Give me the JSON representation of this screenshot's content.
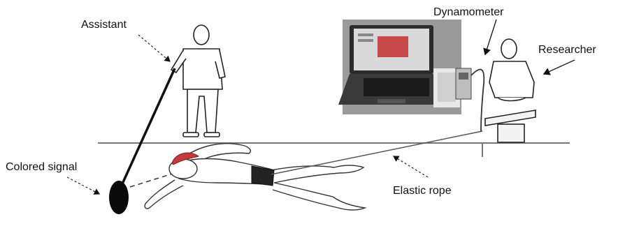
{
  "labels": {
    "assistant": "Assistant",
    "dynamometer": "Dynamometer",
    "researcher": "Researcher",
    "colored_signal": "Colored signal",
    "elastic_rope": "Elastic rope"
  },
  "colors": {
    "ink": "#111111",
    "pool_line": "#777777",
    "swim_cap": "#c23b3b",
    "signal": "#0a0a0a",
    "laptop_photo_bg": "#9a9a9a",
    "laptop_screen": "#d9d9d9",
    "laptop_display_red": "#c84a4a"
  },
  "icons": {
    "laptop": "laptop-photo",
    "dynamometer": "dynamometer-device",
    "signal": "colored-signal-disc"
  }
}
